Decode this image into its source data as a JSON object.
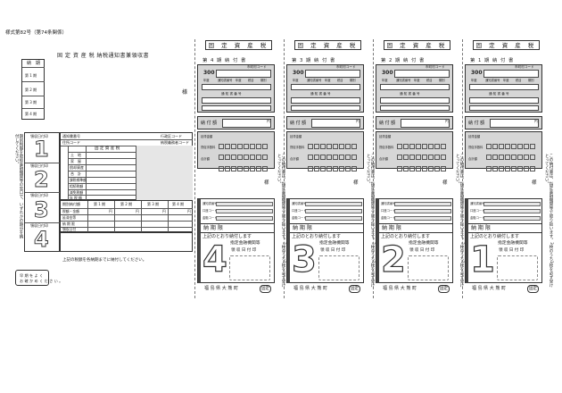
{
  "form_number": "様式第82号（第74条関係）",
  "left": {
    "title": "固 定 資 産 税 納税通知書兼領収書",
    "nouki_header": "納　期",
    "periods": [
      "第 1 期",
      "第 2 期",
      "第 3 期",
      "第 4 期"
    ],
    "sama": "様",
    "vertical_note": "期別税額を取扱金融機関等の窓口で、いずれかの期分を納付してください。",
    "stub_labels": [
      "領収日付印",
      "領収日付印",
      "領収日付印",
      "領収日付印"
    ],
    "info": {
      "tsuchi": "通知書番号",
      "gyosei": "行政区コード",
      "jusho": "住所コード",
      "sansho": "納税義務者コード",
      "kubun_title": "固 定 資 産 税",
      "rows": [
        "土　地",
        "家　屋",
        "償却資産",
        "合　計"
      ],
      "kazei": [
        "課税標準額",
        "相続税額",
        "減免税額"
      ],
      "nengaku": "年 税 額"
    },
    "period_table": {
      "label": "期別納付額",
      "cols": [
        "第 1 期",
        "第 2 期",
        "第 3 期",
        "第 4 期"
      ],
      "rows": [
        "税額・金額",
        "延滞金等",
        "納 期 限",
        "領収日付"
      ],
      "yen": "円"
    },
    "footnote": "上記の税額を各納期までに納付してください。",
    "message": [
      "早 期 を よ く",
      "お 確 か め く だ さ い 。"
    ]
  },
  "slips": [
    {
      "header": "固 定 資 産 税",
      "term": "第 4 期 納 付 書",
      "digit": "4",
      "sama": "様"
    },
    {
      "header": "固 定 資 産 税",
      "term": "第 3 期 納 付 書",
      "digit": "3",
      "sama": "様"
    },
    {
      "header": "固 定 資 産 税",
      "term": "第 2 期 納 付 書",
      "digit": "2",
      "sama": "様"
    },
    {
      "header": "固 定 資 産 税",
      "term": "第 1 期 納 付 書",
      "digit": "1",
      "sama": "様"
    }
  ],
  "slip_common": {
    "code": "300",
    "code_label": "市町村コード",
    "small_cols": [
      "年度",
      "通知書番号",
      "年度",
      "税目",
      "期別"
    ],
    "notice_no": "通 知 書 番 号",
    "amount_label": "納 付 額",
    "yen": "円",
    "mid_rows": [
      "延滞金額",
      "督促手数料",
      "合計額"
    ],
    "bottom_rows": [
      "通知書番号",
      "口座コード",
      "金融コード"
    ],
    "deadline": "納 期 限",
    "paid_text": "上記のとおり納付します",
    "bank_text": "指定金融機関等",
    "receipt": "領 収 日 付 印",
    "vertical_note": "この納付書は、指定金融機関等で取り扱います。3枚のうち1枚を必ず受けとってください。",
    "town": "福 島 県 大 熊 町",
    "stamp": "固定"
  }
}
